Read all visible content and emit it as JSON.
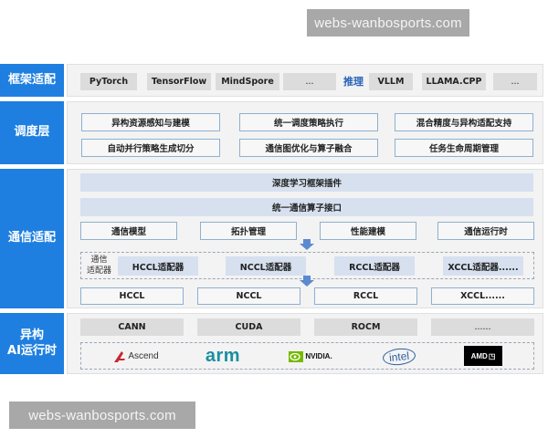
{
  "watermarks": {
    "top": "webs-wanbosports.com",
    "bottom": "webs-wanbosports.com"
  },
  "colors": {
    "row_label_bg": "#1e7fe0",
    "inference_label": "#2a63b8",
    "arrow": "#5b8ad0",
    "box_border": "#8eb0cf",
    "blue_band": "#d6e0ef"
  },
  "framework_layer": {
    "label": "框架适配",
    "training_frameworks": [
      "PyTorch",
      "TensorFlow",
      "MindSpore",
      "..."
    ],
    "inference_label": "推理",
    "inference_frameworks": [
      "VLLM",
      "LLAMA.CPP",
      "..."
    ]
  },
  "scheduling_layer": {
    "label": "调度层",
    "items": [
      "异构资源感知与建模",
      "统一调度策略执行",
      "混合精度与异构适配支持",
      "自动并行策略生成切分",
      "通信图优化与算子融合",
      "任务生命周期管理"
    ]
  },
  "communication_layer": {
    "label": "通信适配",
    "plugin_band": "深度学习框架插件",
    "interface_band": "统一通信算子接口",
    "modules": [
      "通信模型",
      "拓扑管理",
      "性能建模",
      "通信运行时"
    ],
    "adapter_group_label_line1": "通信",
    "adapter_group_label_line2": "适配器",
    "adapters": [
      "HCCL适配器",
      "NCCL适配器",
      "RCCL适配器",
      "XCCL适配器......"
    ],
    "libraries": [
      "HCCL",
      "NCCL",
      "RCCL",
      "XCCL......"
    ]
  },
  "runtime_layer": {
    "label_line1": "异构",
    "label_line2": "AI运行时",
    "runtimes": [
      "CANN",
      "CUDA",
      "ROCM",
      "......"
    ],
    "vendors": {
      "ascend": "Ascend",
      "arm": "arm",
      "nvidia": "NVIDIA.",
      "intel": "intel",
      "amd": "AMD"
    }
  }
}
